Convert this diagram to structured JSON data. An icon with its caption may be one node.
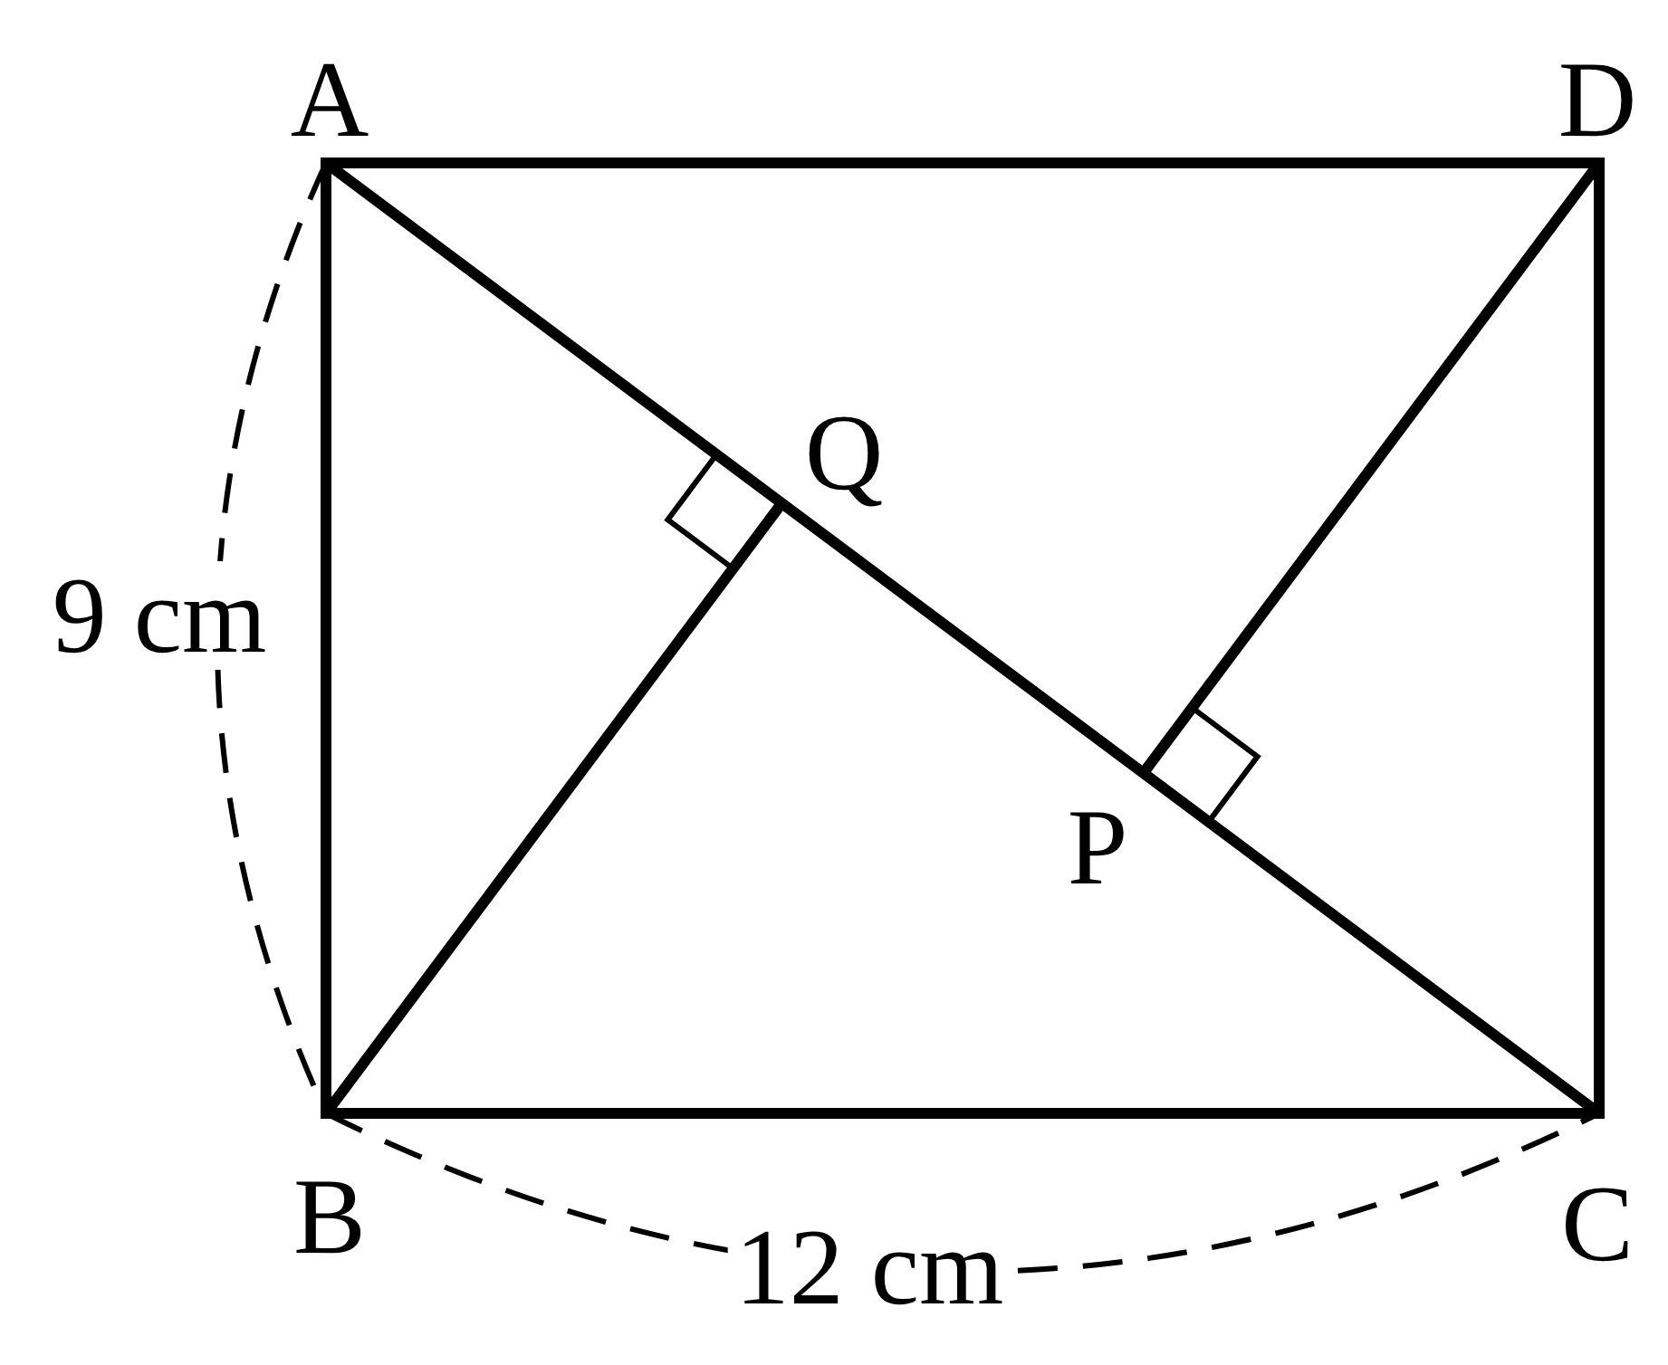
{
  "diagram": {
    "labels": [
      "A",
      "D",
      "Q",
      "P",
      "B",
      "C",
      "9 cm",
      "12 cm"
    ]
  }
}
